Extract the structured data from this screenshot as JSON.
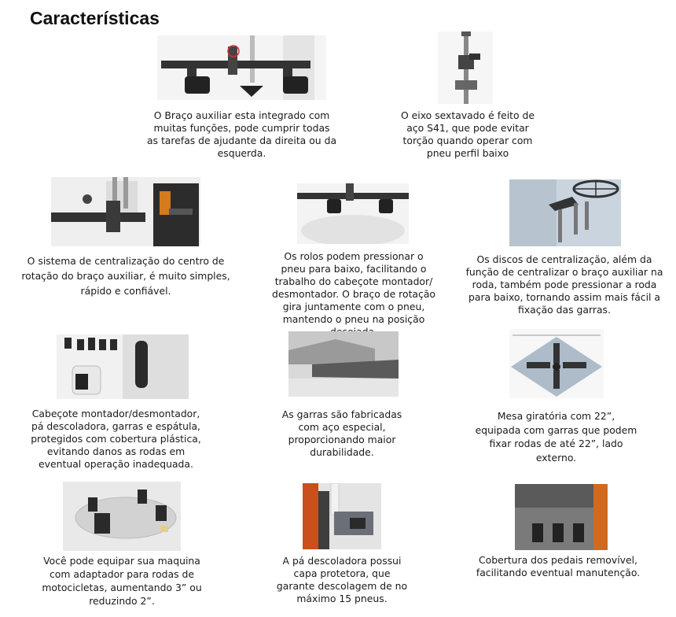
{
  "title": "Características",
  "items": [
    {
      "icon": "auxiliary-arm-photo",
      "lines": [
        "O Braço auxiliar esta integrado com",
        "muitas funções, pode cumprir todas",
        "as tarefas de ajudante da direita ou da",
        "esquerda."
      ]
    },
    {
      "icon": "hexagonal-shaft-photo",
      "lines": [
        "O eixo sextavado é feito de",
        "aço S41, que pode evitar",
        "torção quando operar com",
        "pneu perfil baixo"
      ]
    },
    {
      "icon": "centering-system-photo",
      "lines": [
        "O sistema de centralização do centro de",
        "rotação do braço auxiliar, é muito simples,",
        "rápido e confiável."
      ]
    },
    {
      "icon": "pressing-rollers-photo",
      "lines": [
        "Os rolos podem pressionar o",
        "pneu para baixo, facilitando o",
        "trabalho do cabeçote montador/",
        "desmontador. O braço de rotação",
        "gira juntamente com o pneu,",
        "mantendo o pneu na posição",
        "desejada."
      ]
    },
    {
      "icon": "centering-discs-photo",
      "lines": [
        "Os discos de centralização, além da",
        "função de centralizar o braço auxiliar na",
        "roda, também pode pressionar a roda",
        "para baixo, tornando assim mais fácil a",
        "fixação das garras."
      ]
    },
    {
      "icon": "mount-head-covers-photo",
      "lines": [
        "Cabeçote montador/desmontador,",
        "pá descoladora, garras e espátula,",
        "protegidos com cobertura plástica,",
        "evitando danos as rodas em",
        "eventual operação inadequada."
      ]
    },
    {
      "icon": "special-steel-clamp-photo",
      "lines": [
        "As garras são fabricadas",
        "com aço especial,",
        "proporcionando maior",
        "durabilidade."
      ]
    },
    {
      "icon": "turntable-photo",
      "lines": [
        "Mesa giratória com 22”,",
        "equipada com garras que podem",
        "fixar rodas de até 22”, lado",
        "externo."
      ]
    },
    {
      "icon": "motorcycle-adapter-photo",
      "lines": [
        "Você pode equipar sua maquina",
        "com adaptador para rodas de",
        "motocicletas, aumentando 3” ou",
        "reduzindo 2”."
      ]
    },
    {
      "icon": "bead-breaker-blade-photo",
      "lines": [
        "A pá descoladora possui",
        "capa protetora, que",
        "garante descolagem de no",
        "máximo 15 pneus."
      ]
    },
    {
      "icon": "pedal-cover-photo",
      "lines": [
        "Cobertura dos pedais removível,",
        "facilitando eventual manutenção."
      ]
    }
  ]
}
